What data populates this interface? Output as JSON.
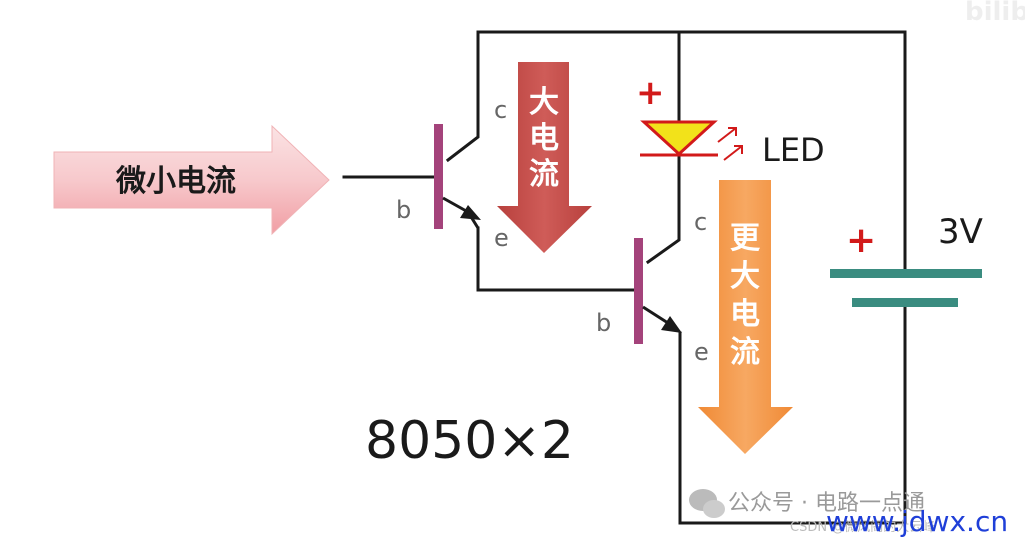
{
  "input_arrow": {
    "label": "微小电流"
  },
  "q1": {
    "c": "c",
    "b": "b",
    "e": "e",
    "current": "大电流"
  },
  "q2": {
    "c": "c",
    "b": "b",
    "e": "e",
    "current": "更大电流"
  },
  "led": {
    "plus": "+",
    "label": "LED"
  },
  "battery": {
    "plus": "+",
    "voltage": "3V"
  },
  "caption": "8050×2",
  "watermarks": {
    "wechat": "公众号 · 电路一点通",
    "site": "www.jdwx.cn",
    "csdn": "CSDN @微风阁的大云峰",
    "bili": "bilibili"
  },
  "colors": {
    "wire": "#1a1a1a",
    "transistor": "#a4437b",
    "led_fill": "#f2e21a",
    "led_red": "#d21a1a",
    "big_current": "#c0514e",
    "bigger_current": "#f39a4a",
    "battery": "#3a8c80",
    "site_blue": "#1f3fd8"
  }
}
